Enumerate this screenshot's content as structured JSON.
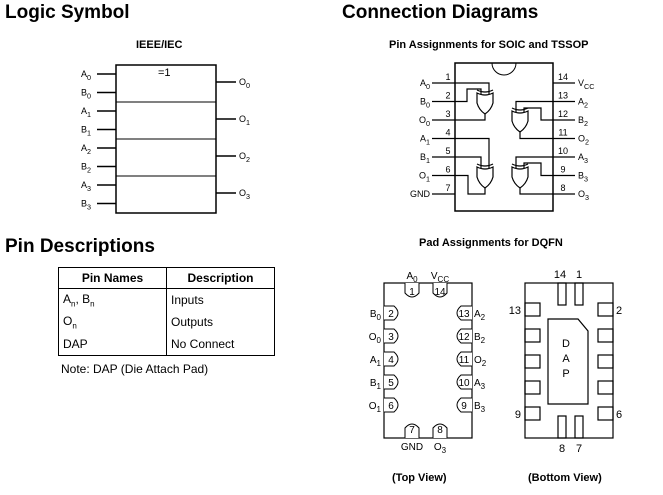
{
  "headings": {
    "logic_symbol": "Logic Symbol",
    "connection_diagrams": "Connection Diagrams",
    "pin_descriptions": "Pin Descriptions"
  },
  "logic_symbol": {
    "standard": "IEEE/IEC",
    "function": "=1",
    "inputs": [
      [
        "A",
        "0"
      ],
      [
        "B",
        "0"
      ],
      [
        "A",
        "1"
      ],
      [
        "B",
        "1"
      ],
      [
        "A",
        "2"
      ],
      [
        "B",
        "2"
      ],
      [
        "A",
        "3"
      ],
      [
        "B",
        "3"
      ]
    ],
    "outputs": [
      [
        "O",
        "0"
      ],
      [
        "O",
        "1"
      ],
      [
        "O",
        "2"
      ],
      [
        "O",
        "3"
      ]
    ]
  },
  "soic": {
    "title": "Pin Assignments for SOIC and TSSOP",
    "left_pins": [
      {
        "num": "1",
        "name": "A",
        "sub": "0"
      },
      {
        "num": "2",
        "name": "B",
        "sub": "0"
      },
      {
        "num": "3",
        "name": "O",
        "sub": "0"
      },
      {
        "num": "4",
        "name": "A",
        "sub": "1"
      },
      {
        "num": "5",
        "name": "B",
        "sub": "1"
      },
      {
        "num": "6",
        "name": "O",
        "sub": "1"
      },
      {
        "num": "7",
        "name": "GND",
        "sub": ""
      }
    ],
    "right_pins": [
      {
        "num": "14",
        "name": "V",
        "sub": "CC"
      },
      {
        "num": "13",
        "name": "A",
        "sub": "2"
      },
      {
        "num": "12",
        "name": "B",
        "sub": "2"
      },
      {
        "num": "11",
        "name": "O",
        "sub": "2"
      },
      {
        "num": "10",
        "name": "A",
        "sub": "3"
      },
      {
        "num": "9",
        "name": "B",
        "sub": "3"
      },
      {
        "num": "8",
        "name": "O",
        "sub": "3"
      }
    ]
  },
  "dqfn": {
    "title": "Pad Assignments for DQFN",
    "top_view": {
      "caption": "(Top View)",
      "top": [
        {
          "num": "1",
          "name": "A",
          "sub": "0"
        },
        {
          "num": "14",
          "name": "V",
          "sub": "CC"
        }
      ],
      "left": [
        {
          "num": "2",
          "name": "B",
          "sub": "0"
        },
        {
          "num": "3",
          "name": "O",
          "sub": "0"
        },
        {
          "num": "4",
          "name": "A",
          "sub": "1"
        },
        {
          "num": "5",
          "name": "B",
          "sub": "1"
        },
        {
          "num": "6",
          "name": "O",
          "sub": "1"
        }
      ],
      "right": [
        {
          "num": "13",
          "name": "A",
          "sub": "2"
        },
        {
          "num": "12",
          "name": "B",
          "sub": "2"
        },
        {
          "num": "11",
          "name": "O",
          "sub": "2"
        },
        {
          "num": "10",
          "name": "A",
          "sub": "3"
        },
        {
          "num": "9",
          "name": "B",
          "sub": "3"
        }
      ],
      "bottom": [
        {
          "num": "7",
          "name": "GND",
          "sub": ""
        },
        {
          "num": "8",
          "name": "O",
          "sub": "3"
        }
      ]
    },
    "bottom_view": {
      "caption": "(Bottom View)",
      "pad_label": [
        "D",
        "A",
        "P"
      ],
      "top_labels": [
        "14",
        "1"
      ],
      "bottom_labels": [
        "8",
        "7"
      ],
      "left_top": "13",
      "left_bottom": "9",
      "right_top": "2",
      "right_bottom": "6"
    }
  },
  "pin_table": {
    "headers": [
      "Pin Names",
      "Description"
    ],
    "rows": [
      {
        "name": "A",
        "name_sub": "n",
        "name2": ", B",
        "name2_sub": "n",
        "desc": "Inputs"
      },
      {
        "name": "O",
        "name_sub": "n",
        "name2": "",
        "name2_sub": "",
        "desc": "Outputs"
      },
      {
        "name": "DAP",
        "name_sub": "",
        "name2": "",
        "name2_sub": "",
        "desc": "No Connect"
      }
    ],
    "note": "Note: DAP (Die Attach Pad)"
  }
}
